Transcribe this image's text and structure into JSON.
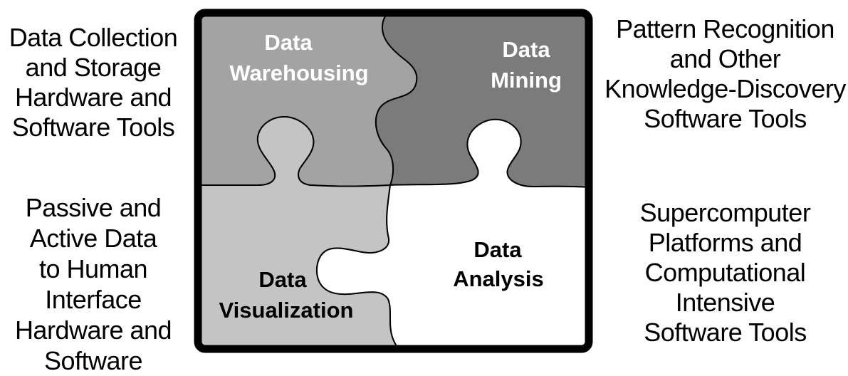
{
  "left_top_text": "Data Collection\nand Storage\nHardware and\nSoftware Tools",
  "left_bottom_text": "Passive and\nActive Data\nto Human\nInterface\nHardware and\nSoftware",
  "right_top_text": "Pattern Recognition\nand Other\nKnowledge-Discovery\nSoftware Tools",
  "right_bottom_text": "Supercomputer\nPlatforms and\nComputational\nIntensive\nSoftware Tools",
  "pieces": {
    "warehousing": {
      "line1": "Data",
      "line2": "Warehousing",
      "fill": "#a3a3a3",
      "text_color": "#ffffff"
    },
    "mining": {
      "line1": "Data",
      "line2": "Mining",
      "fill": "#7b7b7b",
      "text_color": "#ffffff"
    },
    "visualization": {
      "line1": "Data",
      "line2": "Visualization",
      "fill": "#c4c4c4",
      "text_color": "#000000"
    },
    "analysis": {
      "line1": "Data",
      "line2": "Analysis",
      "fill": "#ffffff",
      "text_color": "#000000"
    }
  }
}
